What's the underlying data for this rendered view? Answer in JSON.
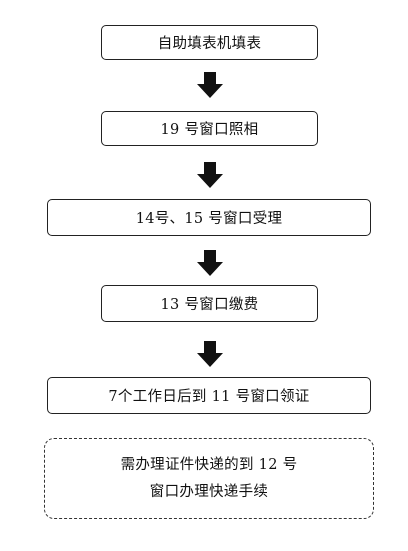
{
  "steps": [
    {
      "label": "自助填表机填表"
    },
    {
      "label": "19 号窗口照相"
    },
    {
      "label": "14号、15 号窗口受理"
    },
    {
      "label": "13 号窗口缴费"
    },
    {
      "label": "7个工作日后到 11 号窗口领证"
    }
  ],
  "note": {
    "line1": "需办理证件快递的到 12 号",
    "line2": "窗口办理快递手续"
  },
  "colors": {
    "border": "#222222",
    "arrow": "#111111"
  }
}
